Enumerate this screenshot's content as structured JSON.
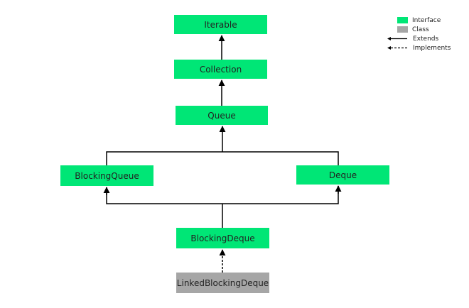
{
  "colors": {
    "interface": "#00e676",
    "class": "#a6a6a6",
    "line": "#000000"
  },
  "nodes": {
    "iterable": "Iterable",
    "collection": "Collection",
    "queue": "Queue",
    "blocking_queue": "BlockingQueue",
    "deque": "Deque",
    "blocking_deque": "BlockingDeque",
    "linked_blocking_deque": "LinkedBlockingDeque"
  },
  "legend": {
    "interface": "Interface",
    "class": "Class",
    "extends": "Extends",
    "implements": "Implements"
  }
}
